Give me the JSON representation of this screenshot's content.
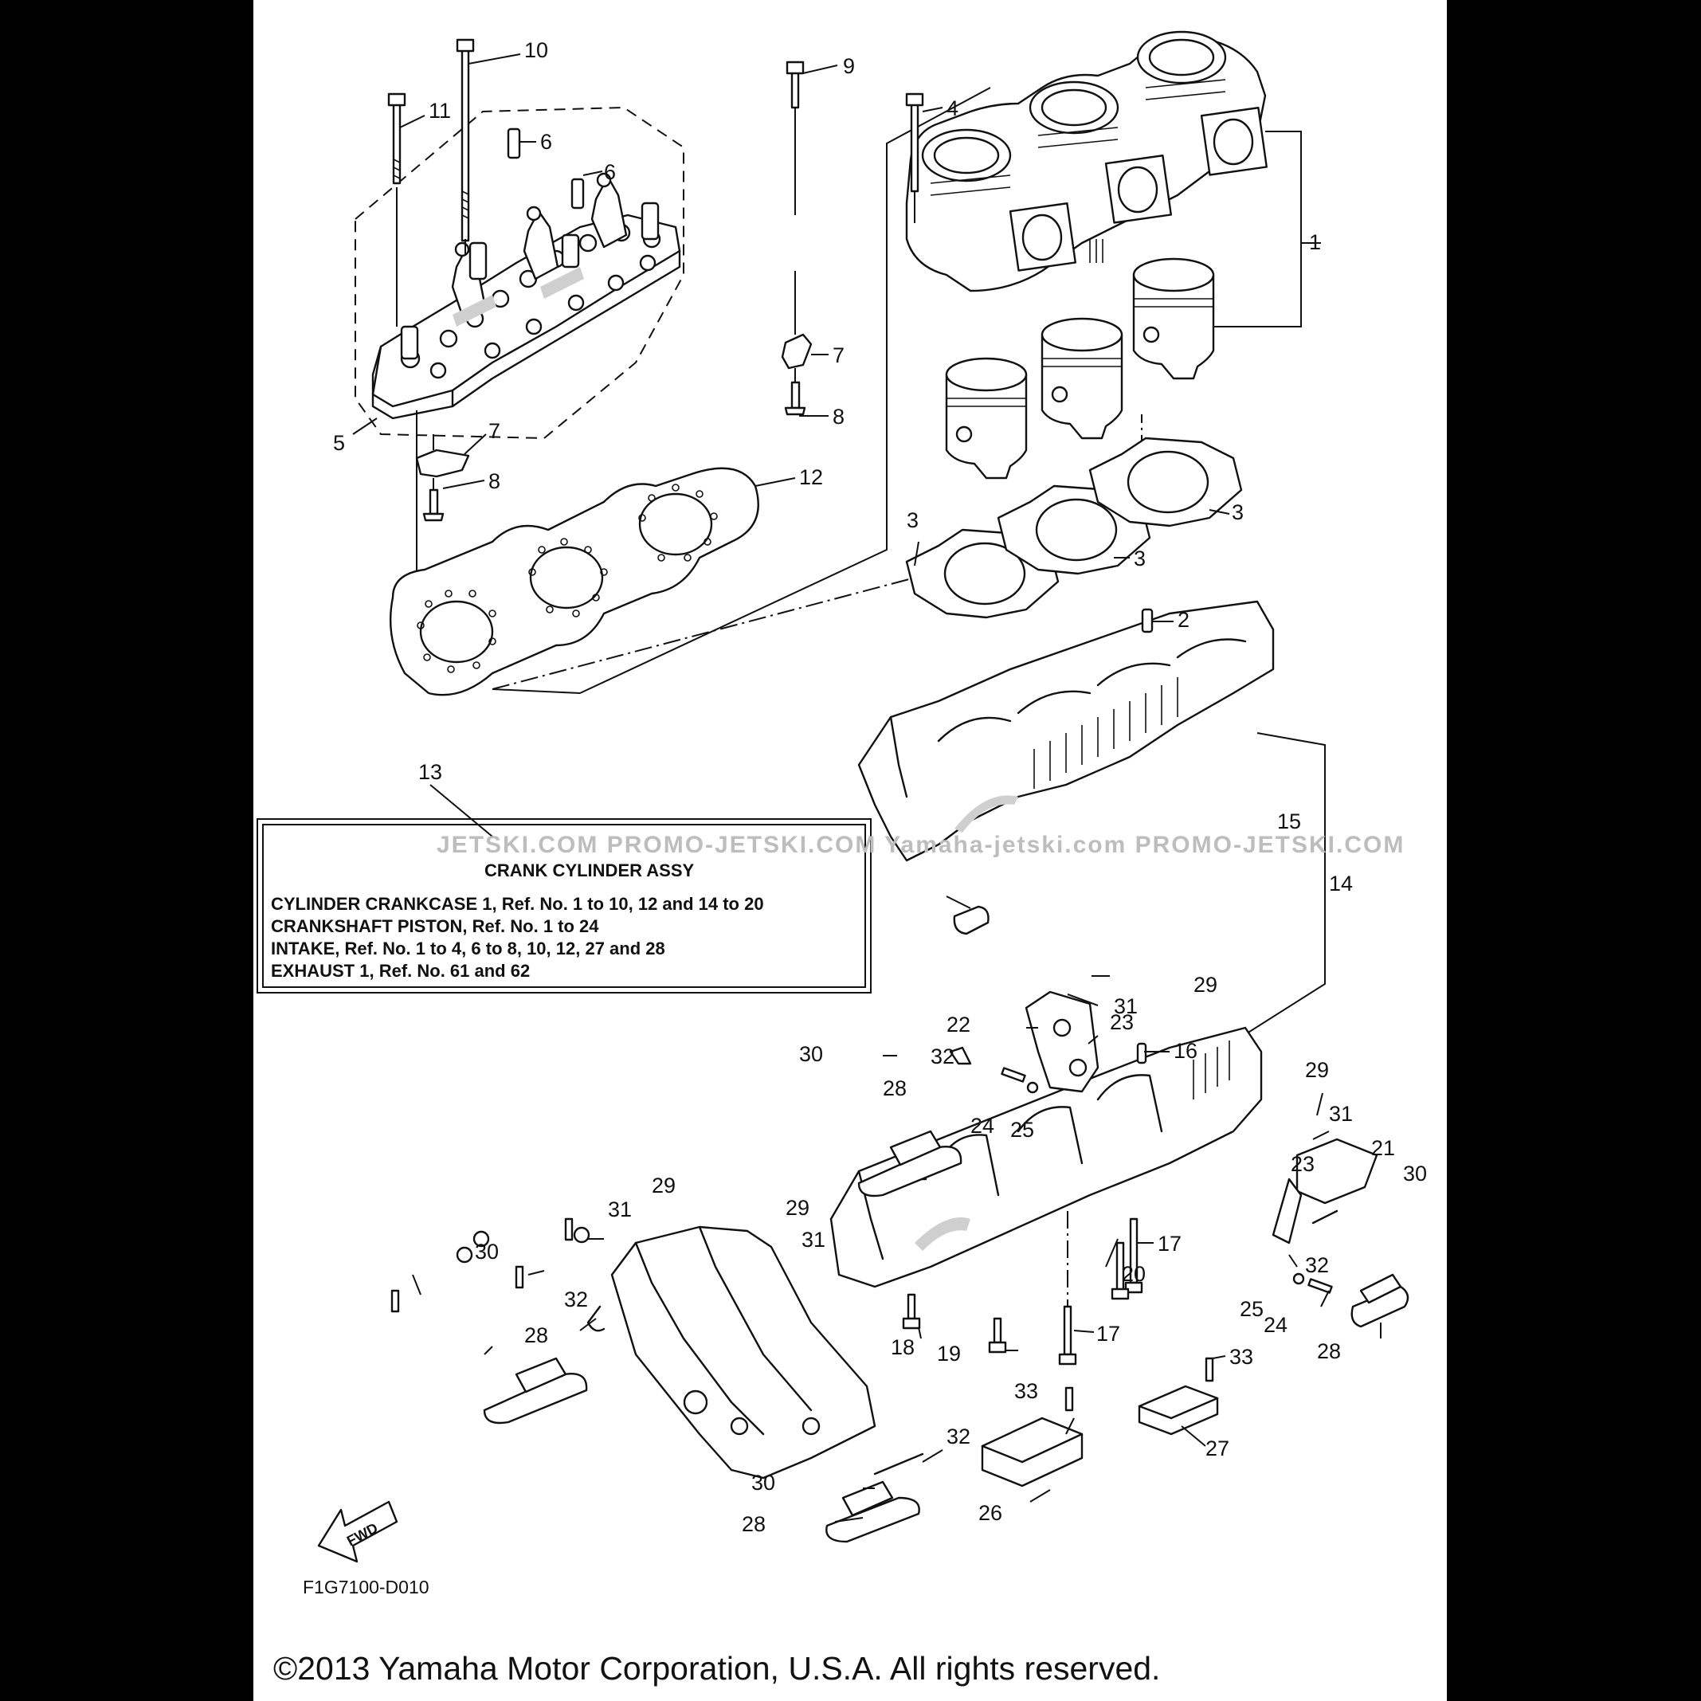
{
  "diagram_code": "F1G7100-D010",
  "copyright": "©2013 Yamaha Motor Corporation, U.S.A. All rights reserved.",
  "watermark": "JETSKI.COM   PROMO-JETSKI.COM   Yamaha-jetski.com   PROMO-JETSKI.COM",
  "fwd_label": "FWD",
  "info_box": {
    "title": "CRANK  CYLINDER ASSY",
    "lines": [
      "CYLINDER CRANKCASE 1, Ref. No. 1 to 10, 12  and 14 to 20",
      "CRANKSHAFT PISTON, Ref. No. 1 to 24",
      "INTAKE, Ref. No. 1 to 4, 6 to 8, 10, 12, 27 and 28",
      "EXHAUST 1, Ref. No. 61 and 62"
    ]
  },
  "callouts": [
    "10",
    "9",
    "11",
    "4",
    "6",
    "6",
    "1",
    "7",
    "8",
    "5",
    "7",
    "8",
    "12",
    "3",
    "3",
    "3",
    "2",
    "13",
    "15",
    "14",
    "29",
    "31",
    "22",
    "23",
    "16",
    "30",
    "32",
    "28",
    "24",
    "25",
    "29",
    "31",
    "21",
    "23",
    "30",
    "29",
    "31",
    "29",
    "31",
    "30",
    "32",
    "17",
    "20",
    "32",
    "25",
    "24",
    "28",
    "28",
    "18",
    "19",
    "17",
    "33",
    "27",
    "32",
    "33",
    "30",
    "26",
    "28"
  ]
}
